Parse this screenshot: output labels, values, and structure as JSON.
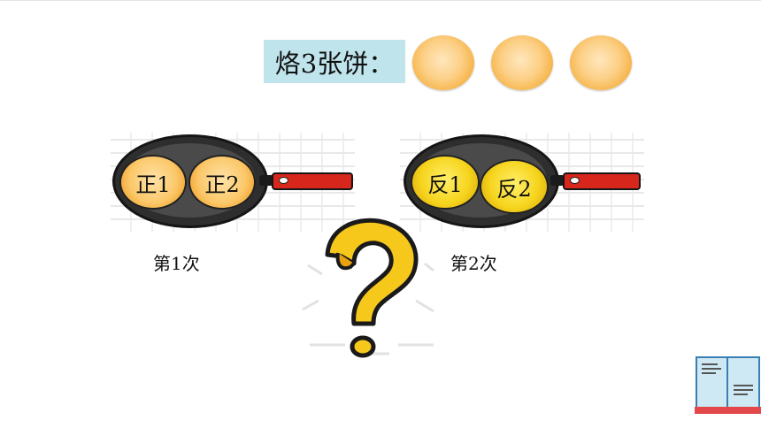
{
  "title": "烙3张饼：",
  "pan1": {
    "cake_left": "正1",
    "cake_right": "正2",
    "caption": "第1次"
  },
  "pan2": {
    "cake_left": "反1",
    "cake_right": "反2",
    "caption": "第2次"
  },
  "icons": [
    "pancake-icon",
    "frying-pan-icon",
    "question-mark-icon",
    "book-icon"
  ],
  "colors": {
    "title_bg": "#bfe4ec",
    "pancake_front": "#f6b347",
    "pancake_back": "#f6d51e",
    "handle": "#d7261b",
    "question": "#f7c81c"
  }
}
